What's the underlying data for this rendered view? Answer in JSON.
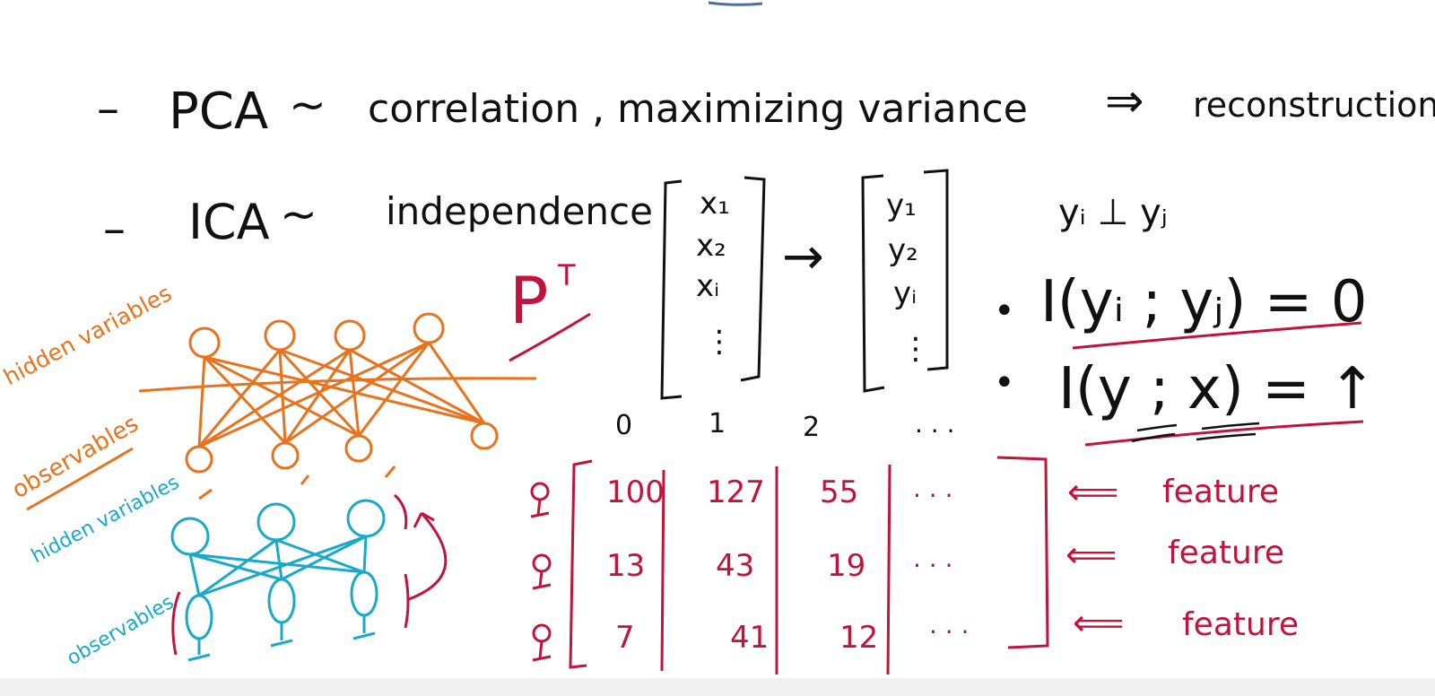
{
  "colors": {
    "black_ink": "#111111",
    "red_ink": "#c0143c",
    "orange_ink": "#e8731e",
    "cyan_ink": "#19a9c9"
  },
  "lines": {
    "pca": {
      "dash": "–",
      "name": "PCA",
      "tilde": "~",
      "text": "correlation , maximizing variance",
      "arrow": "⇒",
      "result": "reconstruction"
    },
    "ica": {
      "dash": "–",
      "name": "ICA",
      "tilde": "~",
      "text": "independence"
    }
  },
  "transpose": "P",
  "transpose_sup": "T",
  "vector_x": [
    "x₁",
    "x₂",
    "xᵢ",
    "⋮"
  ],
  "vector_y": [
    "y₁",
    "y₂",
    "yᵢ",
    "⋮"
  ],
  "arrow": "→",
  "independence": "yᵢ ⊥ yⱼ",
  "conditions": [
    {
      "bullet": "•",
      "text": "I(yᵢ ; yⱼ) = 0"
    },
    {
      "bullet": "•",
      "text": "I(y ; x) = ↑"
    }
  ],
  "diagram_labels": {
    "orange_hidden": "hidden variables",
    "orange_observables": "observables",
    "cyan_hidden": "hidden variables",
    "cyan_observables": "observables"
  },
  "matrix": {
    "col_headers": [
      "0",
      "1",
      "2",
      "· · ·"
    ],
    "rows": [
      {
        "values": [
          "100",
          "127",
          "55"
        ],
        "ellipsis": "· · ·",
        "arrow": "⟸",
        "label": "feature"
      },
      {
        "values": [
          "13",
          "43",
          "19"
        ],
        "ellipsis": "· · ·",
        "arrow": "⟸",
        "label": "feature"
      },
      {
        "values": [
          "7",
          "41",
          "12"
        ],
        "ellipsis": "· · ·",
        "arrow": "⟸",
        "label": "feature"
      }
    ]
  }
}
